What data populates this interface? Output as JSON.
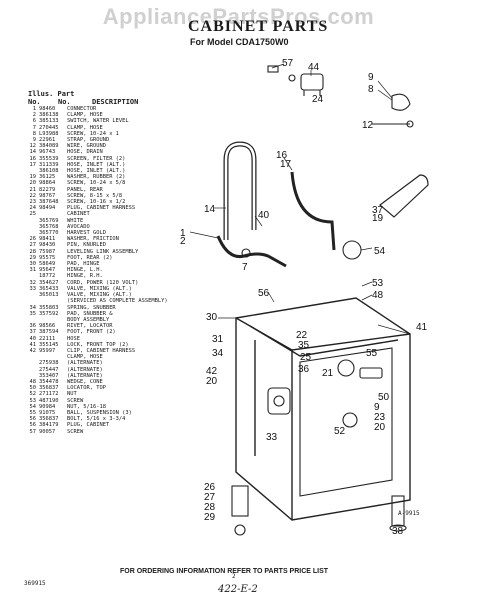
{
  "watermark": "AppliancePartsPros.com",
  "title": "CABINET PARTS",
  "model": "For Model CDA1750W0",
  "table": {
    "head1": "Illus.  Part",
    "col_no": "No.",
    "col_part": "No.",
    "col_desc": "DESCRIPTION",
    "rows": [
      {
        "n": "1",
        "p": "98460",
        "d": "CONNECTOR"
      },
      {
        "n": "2",
        "p": "386138",
        "d": "CLAMP, HOSE"
      },
      {
        "n": "6",
        "p": "385133",
        "d": "SWITCH, WATER LEVEL"
      },
      {
        "n": "7",
        "p": "270445",
        "d": "CLAMP, HOSE"
      },
      {
        "n": "8",
        "p": "L93988",
        "d": "SCREW, 10-24 x 1"
      },
      {
        "n": "9",
        "p": "22961",
        "d": "STRAP, GROUND"
      },
      {
        "n": "12",
        "p": "384089",
        "d": "WIRE, GROUND"
      },
      {
        "n": "14",
        "p": "96743",
        "d": "HOSE, DRAIN"
      },
      {
        "n": "16",
        "p": "355539",
        "d": "SCREEN, FILTER (2)"
      },
      {
        "n": "17",
        "p": "311339",
        "d": "HOSE, INLET (ALT.)"
      },
      {
        "n": "",
        "p": "386108",
        "d": "HOSE, INLET (ALT.)"
      },
      {
        "n": "19",
        "p": "36125",
        "d": "WASHER, RUBBER (2)"
      },
      {
        "n": "20",
        "p": "98864",
        "d": "SCREW, 10-24 x 5/8"
      },
      {
        "n": "21",
        "p": "82279",
        "d": "PANEL, REAR"
      },
      {
        "n": "22",
        "p": "98767",
        "d": "SCREW, 8-15 x 5/8"
      },
      {
        "n": "23",
        "p": "387648",
        "d": "SCREW, 10-16 x 1/2"
      },
      {
        "n": "24",
        "p": "98494",
        "d": "PLUG, CABINET HARNESS"
      },
      {
        "n": "25",
        "p": "",
        "d": "CABINET"
      },
      {
        "n": "",
        "p": "365769",
        "d": "WHITE"
      },
      {
        "n": "",
        "p": "365768",
        "d": "AVOCADO"
      },
      {
        "n": "",
        "p": "365770",
        "d": "HARVEST GOLD"
      },
      {
        "n": "26",
        "p": "98411",
        "d": "WASHER, FRICTION"
      },
      {
        "n": "27",
        "p": "98430",
        "d": "PIN, KNURLED"
      },
      {
        "n": "28",
        "p": "75987",
        "d": "LEVELING LINK ASSEMBLY"
      },
      {
        "n": "29",
        "p": "95575",
        "d": "FOOT, REAR (2)"
      },
      {
        "n": "30",
        "p": "58649",
        "d": "PAD, HINGE"
      },
      {
        "n": "31",
        "p": "95647",
        "d": "HINGE, L.H."
      },
      {
        "n": "",
        "p": "18772",
        "d": "HINGE, R.H."
      },
      {
        "n": "32",
        "p": "354627",
        "d": "CORD, POWER (120 VOLT)"
      },
      {
        "n": "33",
        "p": "365433",
        "d": "VALVE, MIXING (ALT.)"
      },
      {
        "n": "",
        "p": "365013",
        "d": "VALVE, MIXING (ALT.)"
      },
      {
        "n": "",
        "p": "",
        "d": "(SERVICED AS COMPLETE ASSEMBLY)"
      },
      {
        "n": "34",
        "p": "355803",
        "d": "SPRING, SNUBBER"
      },
      {
        "n": "35",
        "p": "357592",
        "d": "PAD, SNUBBER &"
      },
      {
        "n": "",
        "p": "",
        "d": "BODY ASSEMBLY"
      },
      {
        "n": "36",
        "p": "98566",
        "d": "RIVET, LOCATOR"
      },
      {
        "n": "37",
        "p": "387594",
        "d": "FOOT, FRONT (2)"
      },
      {
        "n": "40",
        "p": "22111",
        "d": "HOSE"
      },
      {
        "n": "41",
        "p": "355145",
        "d": "LOCK, FRONT TOP (2)"
      },
      {
        "n": "42",
        "p": "95997",
        "d": "CLIP, CABINET HARNESS"
      },
      {
        "n": "",
        "p": "",
        "d": "CLAMP, HOSE"
      },
      {
        "n": "",
        "p": "275938",
        "d": "(ALTERNATE)"
      },
      {
        "n": "",
        "p": "275447",
        "d": "(ALTERNATE)"
      },
      {
        "n": "",
        "p": "353407",
        "d": "(ALTERNATE)"
      },
      {
        "n": "48",
        "p": "354478",
        "d": "WEDGE, CONE"
      },
      {
        "n": "50",
        "p": "356837",
        "d": "LOCATOR, TOP"
      },
      {
        "n": "52",
        "p": "271172",
        "d": "NUT"
      },
      {
        "n": "53",
        "p": "487190",
        "d": "SCREW"
      },
      {
        "n": "54",
        "p": "90984",
        "d": "NUT, 5/16-18"
      },
      {
        "n": "55",
        "p": "91075",
        "d": "BALL, SUSPENSION (3)"
      },
      {
        "n": "56",
        "p": "356837",
        "d": "BOLT, 5/16 x 3-3/4"
      },
      {
        "n": "56",
        "p": "384179",
        "d": "PLUG, CABINET"
      },
      {
        "n": "57",
        "p": "90057",
        "d": "SCREW"
      }
    ]
  },
  "callouts": [
    "57",
    "44",
    "9",
    "8",
    "24",
    "12",
    "16",
    "17",
    "14",
    "1",
    "2",
    "40",
    "37",
    "19",
    "7",
    "54",
    "53",
    "48",
    "56",
    "30",
    "22",
    "31",
    "34",
    "35",
    "25",
    "36",
    "21",
    "55",
    "41",
    "42",
    "20",
    "50",
    "9",
    "23",
    "20",
    "33",
    "52",
    "26",
    "27",
    "28",
    "29",
    "38"
  ],
  "footer": "FOR ORDERING INFORMATION REFER TO PARTS PRICE LIST",
  "catalog_code": "369915",
  "page_no": "2",
  "handwritten": "422-E-2",
  "figure_code": "A-9915"
}
